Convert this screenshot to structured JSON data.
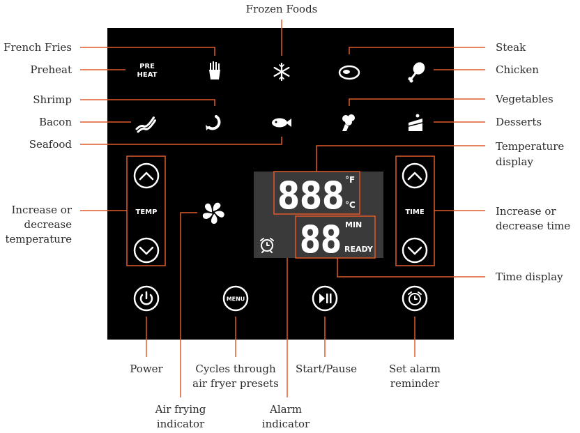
{
  "callouts": {
    "frozen_foods": "Frozen Foods",
    "french_fries": "French Fries",
    "preheat": "Preheat",
    "shrimp": "Shrimp",
    "bacon": "Bacon",
    "seafood": "Seafood",
    "steak": "Steak",
    "chicken": "Chicken",
    "vegetables": "Vegetables",
    "desserts": "Desserts",
    "temp_display": [
      "Temperature",
      "display"
    ],
    "inc_dec_temp": [
      "Increase or",
      "decrease",
      "temperature"
    ],
    "inc_dec_time": [
      "Increase or",
      "decrease time"
    ],
    "time_display": "Time display",
    "power": "Power",
    "cycles": [
      "Cycles through",
      "air fryer presets"
    ],
    "start_pause": "Start/Pause",
    "set_alarm": [
      "Set alarm",
      "reminder"
    ],
    "air_frying": [
      "Air frying",
      "indicator"
    ],
    "alarm_indicator": [
      "Alarm",
      "indicator"
    ]
  },
  "panel": {
    "preheat_label": [
      "PRE",
      "HEAT"
    ],
    "temp_label": "TEMP",
    "time_label": "TIME",
    "menu_label": "MENU",
    "display": {
      "temp_digits": "888",
      "unit_f": "°F",
      "unit_c": "°C",
      "time_digits": "88",
      "min_label": "MIN",
      "ready_label": "READY"
    }
  },
  "icons": {
    "preheat": "preheat-icon",
    "fries": "french-fries-icon",
    "frozen": "snowflake-icon",
    "steak": "steak-icon",
    "chicken": "chicken-leg-icon",
    "bacon": "bacon-icon",
    "shrimp": "shrimp-icon",
    "seafood": "fish-icon",
    "vegetables": "broccoli-icon",
    "desserts": "cake-icon",
    "fan": "fan-icon",
    "alarm": "alarm-clock-icon",
    "power": "power-icon",
    "menu": "menu-icon",
    "play_pause": "play-pause-icon",
    "alarm_button": "alarm-clock-icon",
    "up": "chevron-up-icon",
    "down": "chevron-down-icon"
  },
  "colors": {
    "panel": "#000000",
    "accent": "#e05a2b",
    "display_bg": "#3a3a3a",
    "text": "#2b2b2b"
  }
}
